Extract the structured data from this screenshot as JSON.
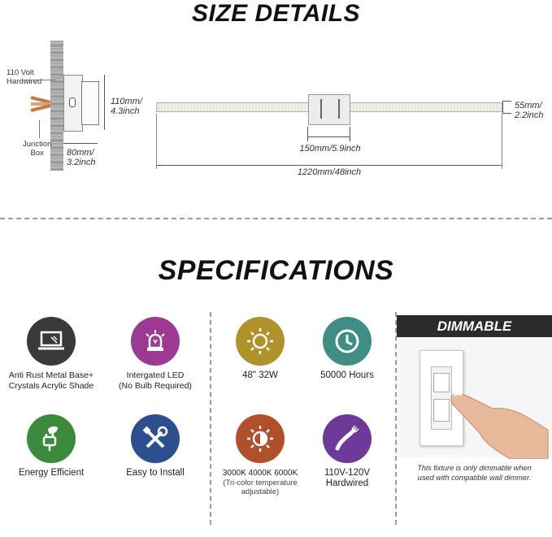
{
  "size_details": {
    "title": "SIZE DETAILS",
    "side_view": {
      "voltage_label_line1": "110 Volt",
      "voltage_label_line2": "Hardwired",
      "junction_label_line1": "Junction",
      "junction_label_line2": "Box",
      "height_mm": "110mm/",
      "height_in": "4.3inch",
      "depth_mm": "80mm/",
      "depth_in": "3.2inch"
    },
    "front_view": {
      "thickness_mm": "55mm/",
      "thickness_in": "2.2inch",
      "base_width": "150mm/5.9inch",
      "total_length": "1220mm/48inch"
    }
  },
  "specifications": {
    "title": "SPECIFICATIONS",
    "items": [
      {
        "icon": "laptop-shade-icon",
        "color": "#3a3a3a",
        "line1": "Anti Rust Metal Base+",
        "line2": "Crystals Acrylic Shade"
      },
      {
        "icon": "led-bulb-icon",
        "color": "#9c3a93",
        "line1": "Intergated LED",
        "line2": "(No Bulb Required)"
      },
      {
        "icon": "sun-icon",
        "color": "#b0922b",
        "line1": "48\" 32W",
        "line2": ""
      },
      {
        "icon": "clock-icon",
        "color": "#3e8e84",
        "line1": "50000 Hours",
        "line2": ""
      },
      {
        "icon": "eco-plug-icon",
        "color": "#3b8a3c",
        "line1": "Energy Efficient",
        "line2": ""
      },
      {
        "icon": "tools-icon",
        "color": "#2e4f8f",
        "line1": "Easy to Install",
        "line2": ""
      },
      {
        "icon": "color-temperature-icon",
        "color": "#b0502b",
        "line1": "3000K 4000K 6000K",
        "line2": "(Tri-color temperature adjustable)"
      },
      {
        "icon": "wire-icon",
        "color": "#6e3a9a",
        "line1": "110V-120V",
        "line2": "Hardwired"
      }
    ]
  },
  "dimmable": {
    "title": "DIMMABLE",
    "note_line1": "This fixture is only dimmable when",
    "note_line2": "used with compatible wall dimmer."
  }
}
